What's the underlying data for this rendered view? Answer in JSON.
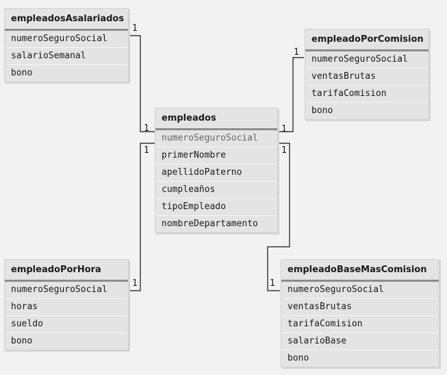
{
  "tables": {
    "asalariados": {
      "name": "empleadosAsalariados",
      "fields": [
        "numeroSeguroSocial",
        "salarioSemanal",
        "bono"
      ]
    },
    "comision": {
      "name": "empleadoPorComision",
      "fields": [
        "numeroSeguroSocial",
        "ventasBrutas",
        "tarifaComision",
        "bono"
      ]
    },
    "empleados": {
      "name": "empleados",
      "fields": [
        "numeroSeguroSocial",
        "primerNombre",
        "apellidoPaterno",
        "cumpleaños",
        "tipoEmpleado",
        "nombreDepartamento"
      ]
    },
    "hora": {
      "name": "empleadoPorHora",
      "fields": [
        "numeroSeguroSocial",
        "horas",
        "sueldo",
        "bono"
      ]
    },
    "basemas": {
      "name": "empleadoBaseMasComision",
      "fields": [
        "numeroSeguroSocial",
        "ventasBrutas",
        "tarifaComision",
        "salarioBase",
        "bono"
      ]
    }
  },
  "relationships": [
    {
      "from": "asalariados",
      "to": "empleados",
      "from_card": "1",
      "to_card": "1"
    },
    {
      "from": "comision",
      "to": "empleados",
      "from_card": "1",
      "to_card": "1"
    },
    {
      "from": "hora",
      "to": "empleados",
      "from_card": "1",
      "to_card": "1"
    },
    {
      "from": "basemas",
      "to": "empleados",
      "from_card": "1",
      "to_card": "1"
    }
  ]
}
